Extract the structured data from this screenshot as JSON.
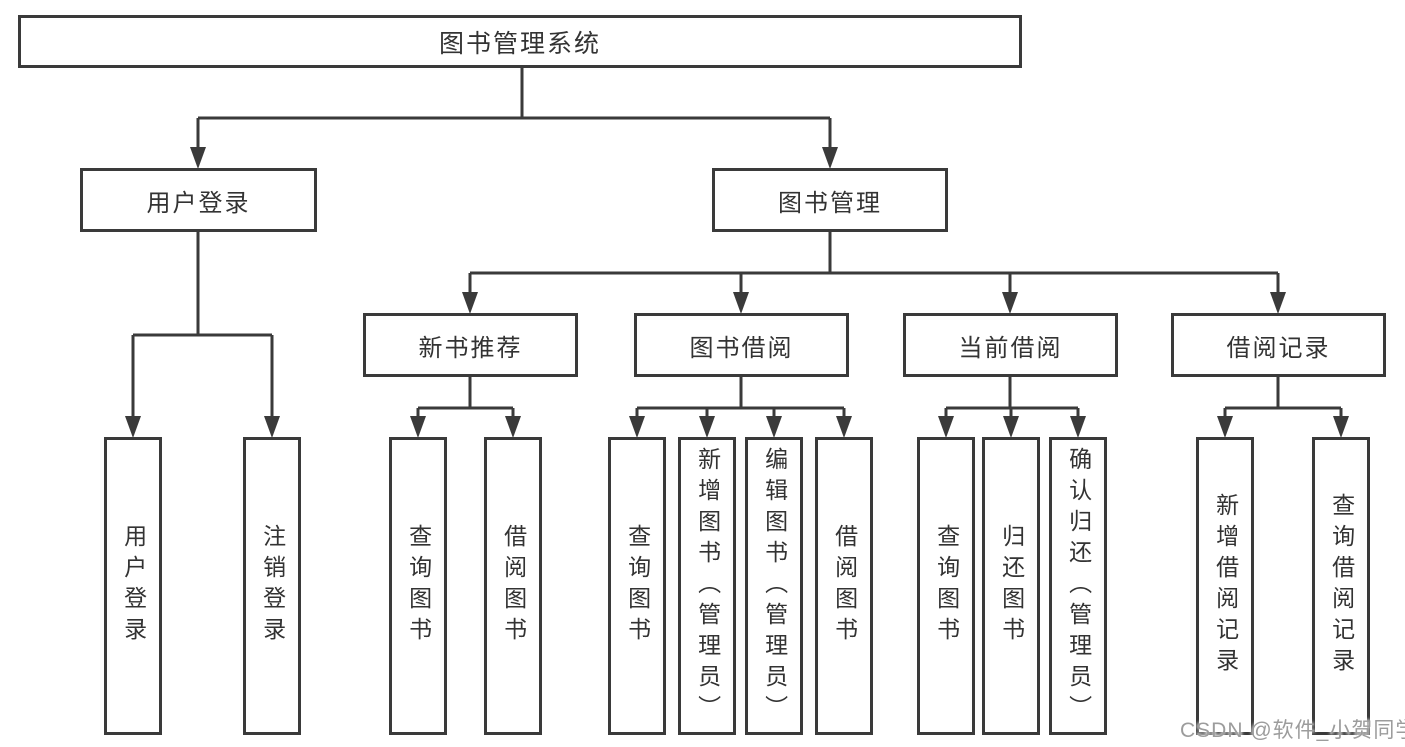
{
  "diagram": {
    "type": "hierarchy-structure-chart",
    "colors": {
      "line": "#3a3a3a",
      "box_border": "#3a3a3a",
      "box_fill": "#ffffff",
      "text": "#333333",
      "watermark_text": "#9c9c9c",
      "background": "#ffffff"
    }
  },
  "watermark": "CSDN @软件_小贺同学",
  "tree": {
    "root": {
      "label": "图书管理系统"
    },
    "level2": [
      {
        "label": "用户登录",
        "leaves": [
          "用户登录",
          "注销登录"
        ]
      },
      {
        "label": "图书管理",
        "groups": [
          {
            "label": "新书推荐",
            "leaves": [
              "查询图书",
              "借阅图书"
            ]
          },
          {
            "label": "图书借阅",
            "leaves": [
              "查询图书",
              "新增图书（管理员）",
              "编辑图书（管理员）",
              "借阅图书"
            ]
          },
          {
            "label": "当前借阅",
            "leaves": [
              "查询图书",
              "归还图书",
              "确认归还（管理员）"
            ]
          },
          {
            "label": "借阅记录",
            "leaves": [
              "新增借阅记录",
              "查询借阅记录"
            ]
          }
        ]
      }
    ]
  }
}
